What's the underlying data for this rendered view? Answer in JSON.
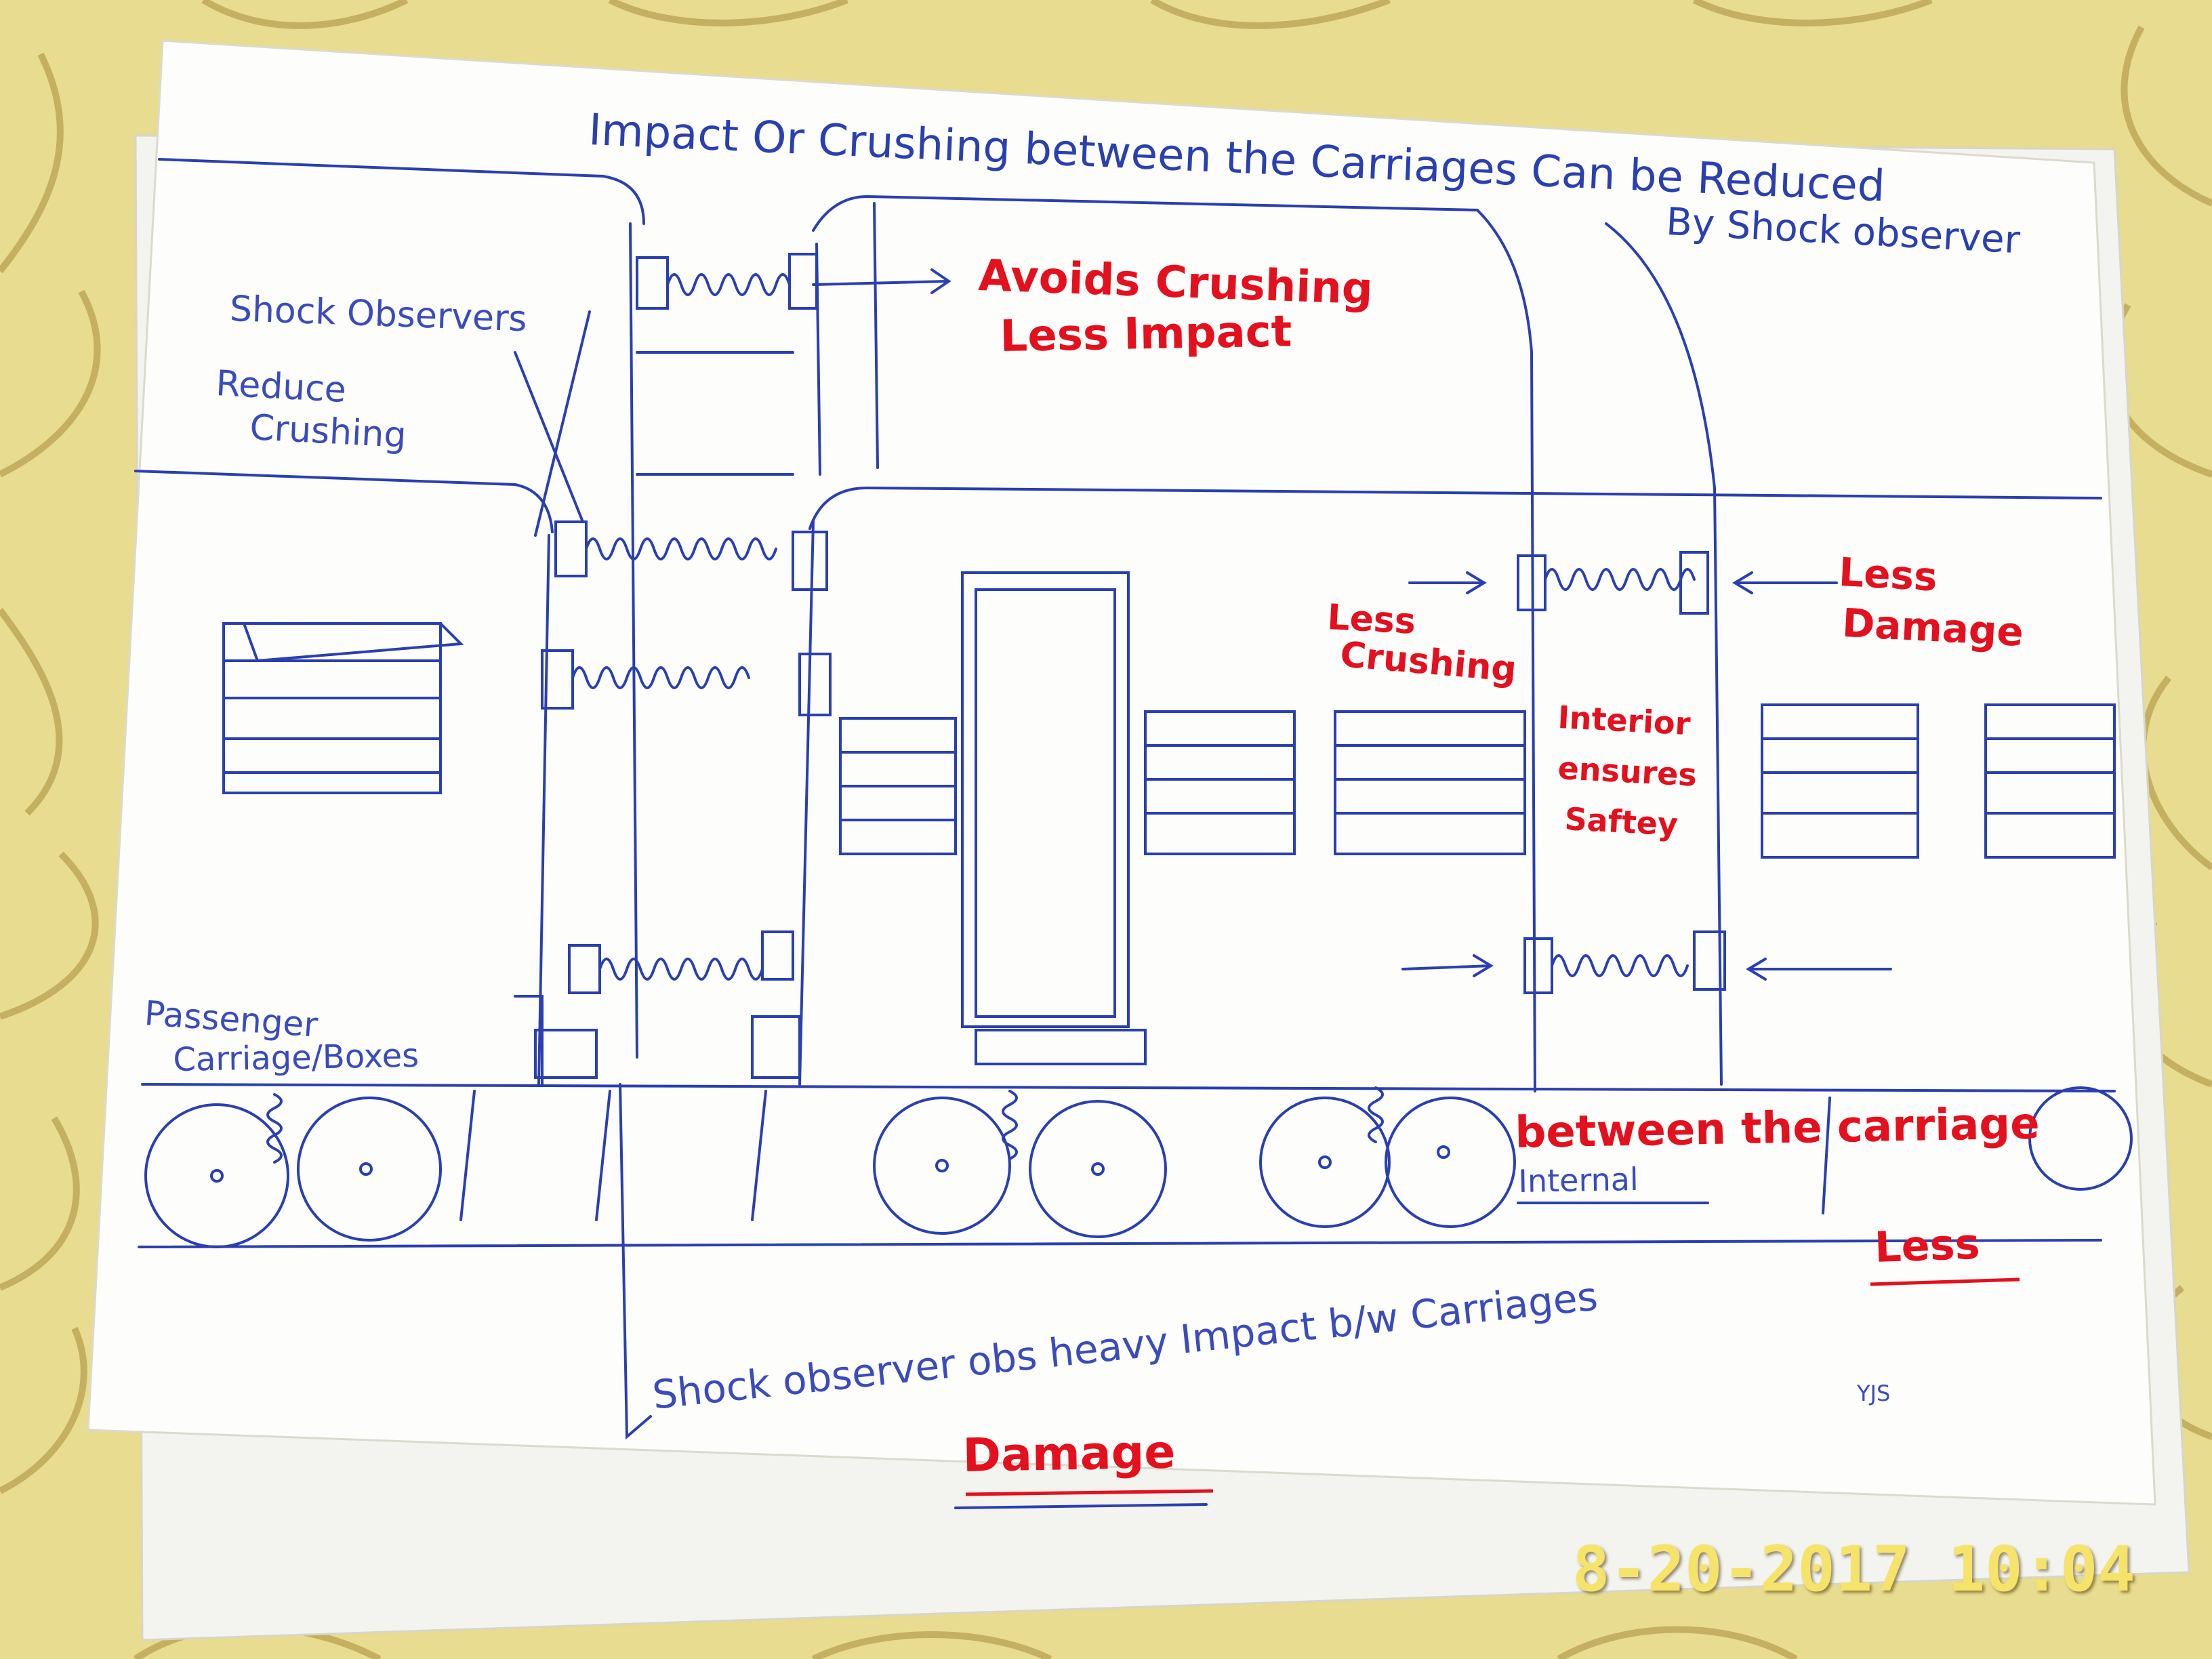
{
  "colors": {
    "ink_blue": "#2a3fb0",
    "ink_red": "#e4101e",
    "paper": "#fdfdfc",
    "table": "#e7dc8f",
    "stamp": "#f6e36a"
  },
  "title": {
    "line1": "Impact Or Crushing between the Carriages Can be Reduced",
    "line2": "By Shock observer"
  },
  "labels": {
    "shock_observers": "Shock Observers",
    "reduce": "Reduce",
    "crushing": "Crushing",
    "passenger": "Passenger",
    "carriage_boxes": "Carriage/Boxes",
    "internal": "Internal",
    "bottom_note": "Shock observer obs heavy Impact b/w Carriages",
    "signature": "YJS"
  },
  "red_notes": {
    "avoids_crushing": "Avoids Crushing",
    "less_impact": "Less Impact",
    "less_1": "Less",
    "damage_1": "Damage",
    "less_2": "Less",
    "crushing_2": "Crushing",
    "interior": "Interior",
    "ensures": "ensures",
    "safety": "Saftey",
    "between_carriage": "between the carriage",
    "less_3": "Less",
    "damage_2": "Damage"
  },
  "timestamp": "8-20-2017 10:04",
  "icons": [
    "spring-icon",
    "arrow-right-icon",
    "arrow-left-icon",
    "wheel-icon",
    "window-icon"
  ]
}
